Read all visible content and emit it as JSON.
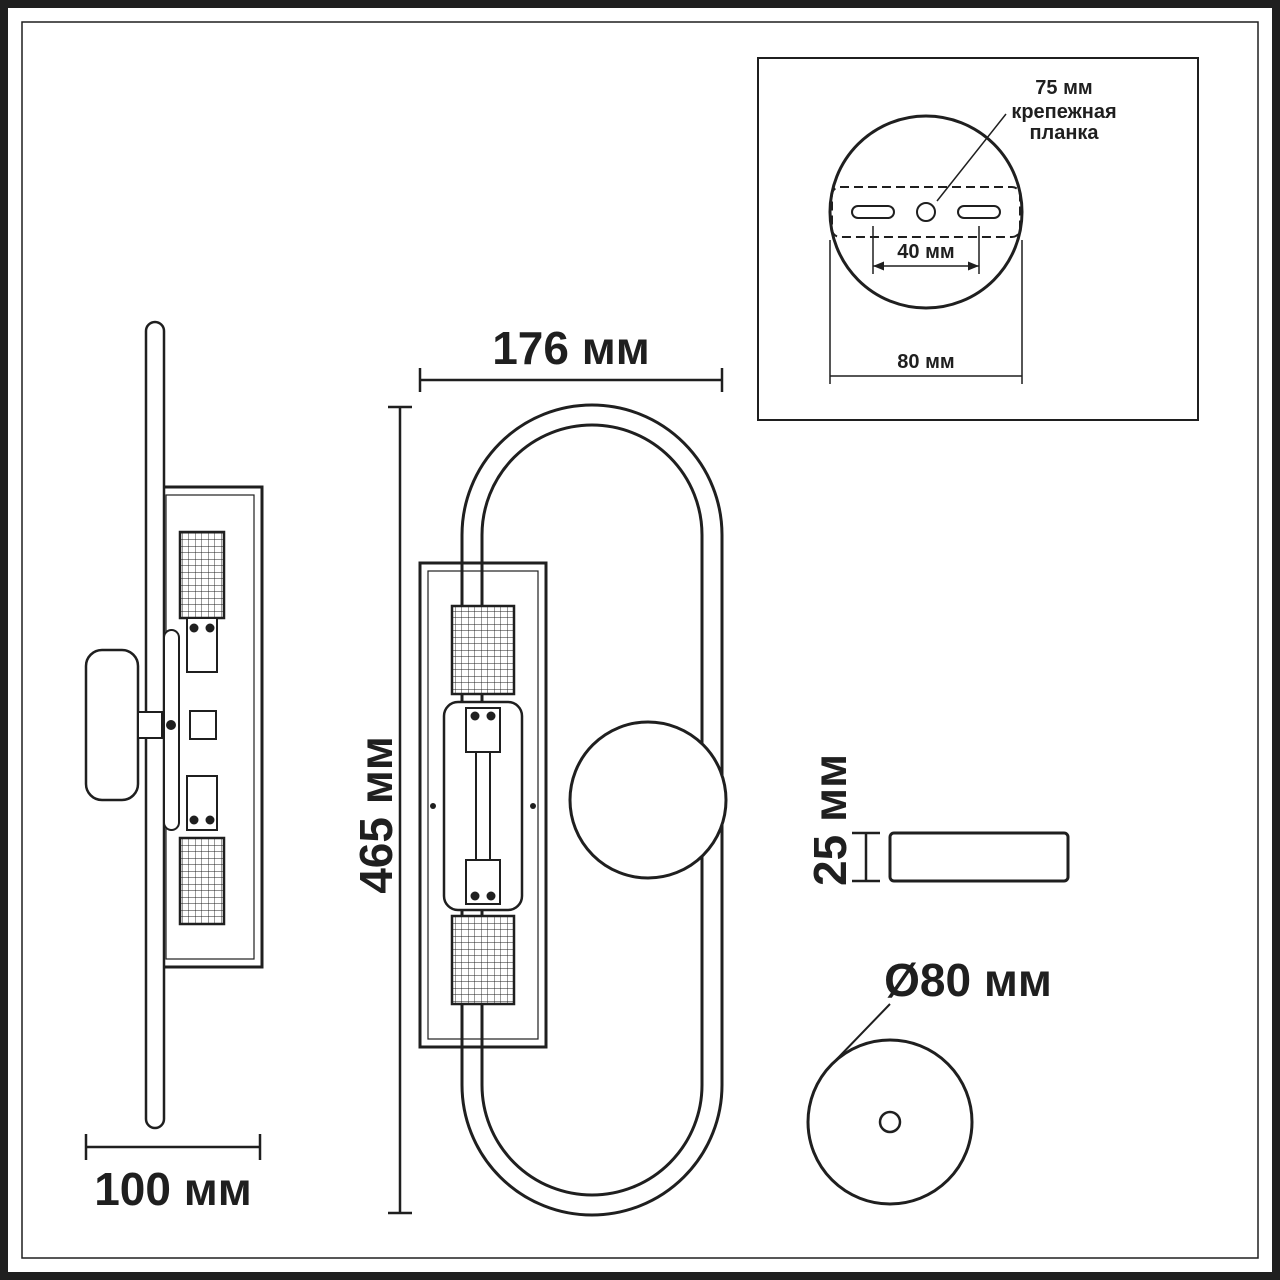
{
  "colors": {
    "line": "#1f1f1f",
    "background": "#ffffff"
  },
  "drawing": {
    "front_view": {
      "width": "176 мм",
      "height": "465 мм"
    },
    "side_view": {
      "depth": "100 мм"
    },
    "canopy_side_view": {
      "thickness": "25 мм"
    },
    "canopy_front_view": {
      "diameter": "Ø80 мм"
    },
    "mounting_detail": {
      "plate_width": "75 мм",
      "plate_label_line1": "крепежная",
      "plate_label_line2": "планка",
      "slot_spacing": "40 мм",
      "canopy_diameter": "80 мм"
    }
  }
}
